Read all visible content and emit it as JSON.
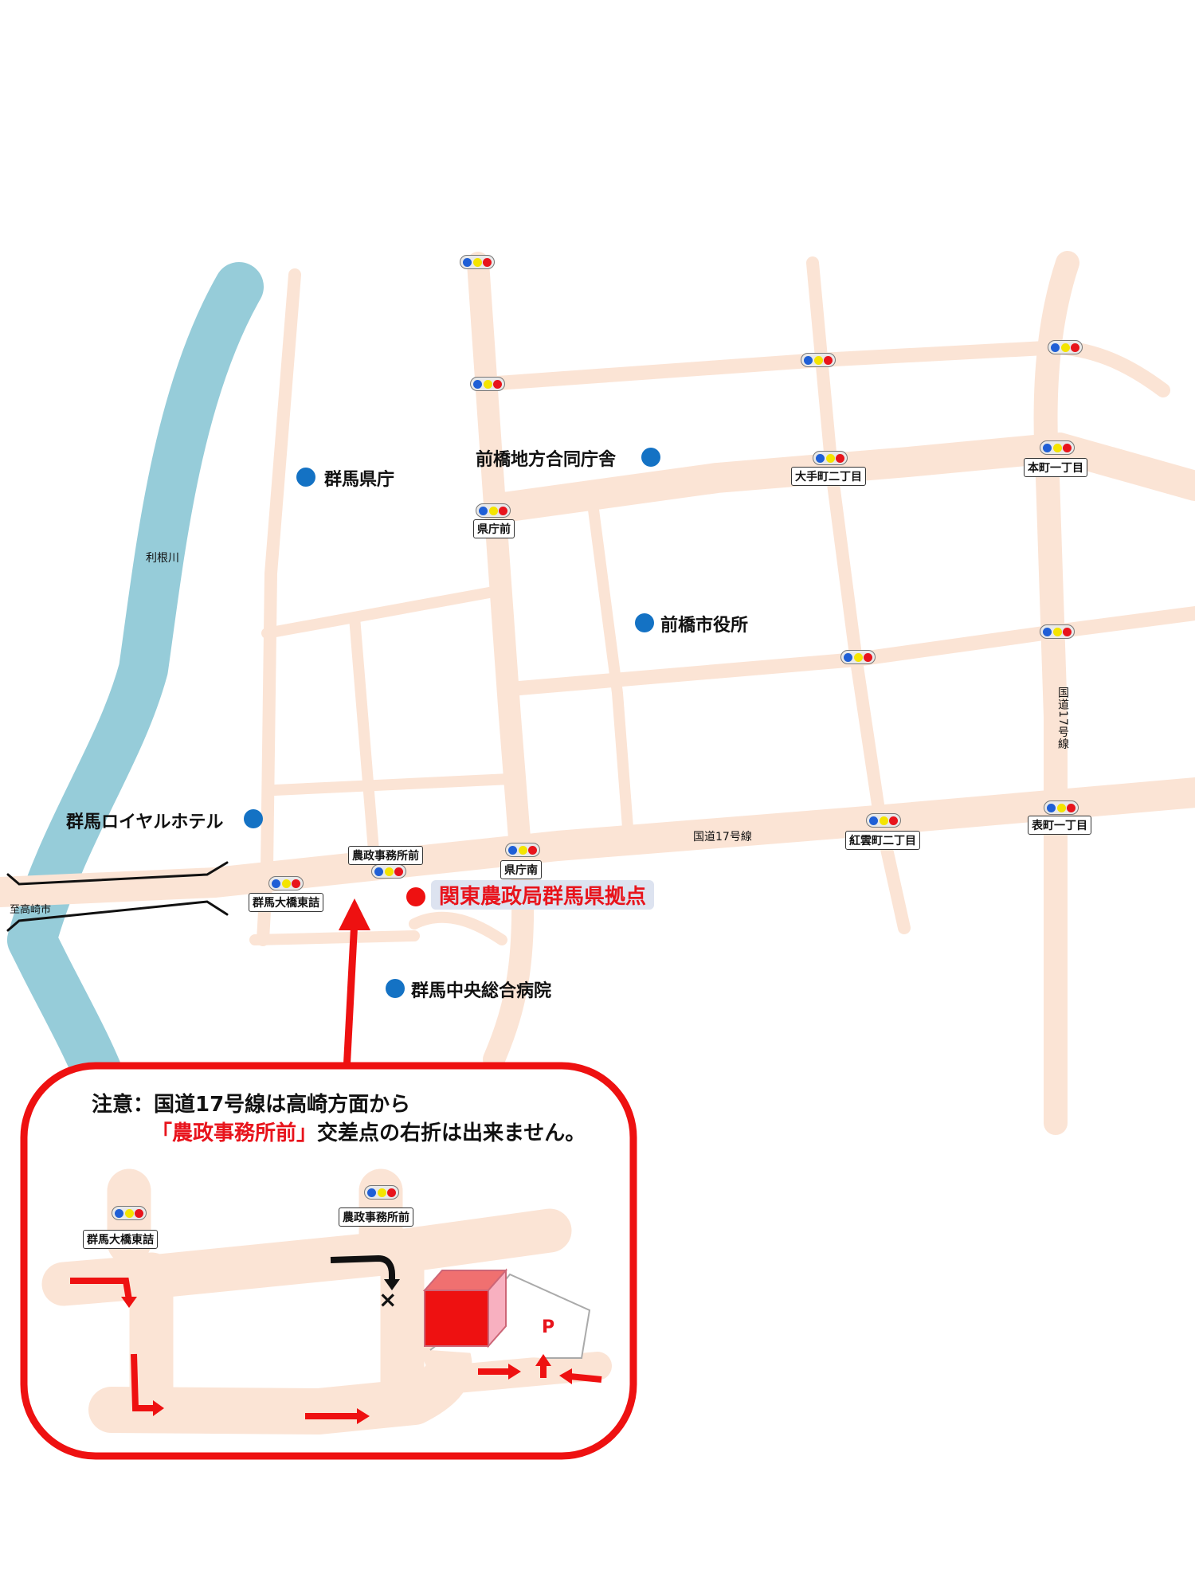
{
  "river": {
    "name": "利根川"
  },
  "destination": {
    "label": "関東農政局群馬県拠点"
  },
  "landmarks": {
    "prefecture_office": "群馬県庁",
    "joint_office": "前橋地方合同庁舎",
    "city_hall": "前橋市役所",
    "hotel": "群馬ロイヤルホテル",
    "hospital": "群馬中央総合病院"
  },
  "roads": {
    "route17_horizontal": "国道17号線",
    "route17_vertical": "国道17号線",
    "to_takasaki": "至高崎市"
  },
  "intersections": {
    "kenchomae": "県庁前",
    "otemachi": "大手町二丁目",
    "honmachi": "本町一丁目",
    "noseijimushomae": "農政事務所前",
    "kenchominami": "県庁南",
    "koun": "紅雲町二丁目",
    "omotecho": "表町一丁目",
    "gunma_ohashi": "群馬大橋東詰"
  },
  "notice": {
    "line1": "注意：国道17号線は高崎方面から",
    "line2_quoted": "「農政事務所前」",
    "line2_rest": "交差点の右折は出来ません。"
  },
  "inset": {
    "signal_left": "群馬大橋東詰",
    "signal_right": "農政事務所前",
    "forbidden_mark": "×",
    "parking": "P"
  },
  "colors": {
    "road": "#fbe4d5",
    "river": "#96ccd9",
    "accent_red": "#e8141c",
    "landmark_blue": "#1472c4"
  }
}
